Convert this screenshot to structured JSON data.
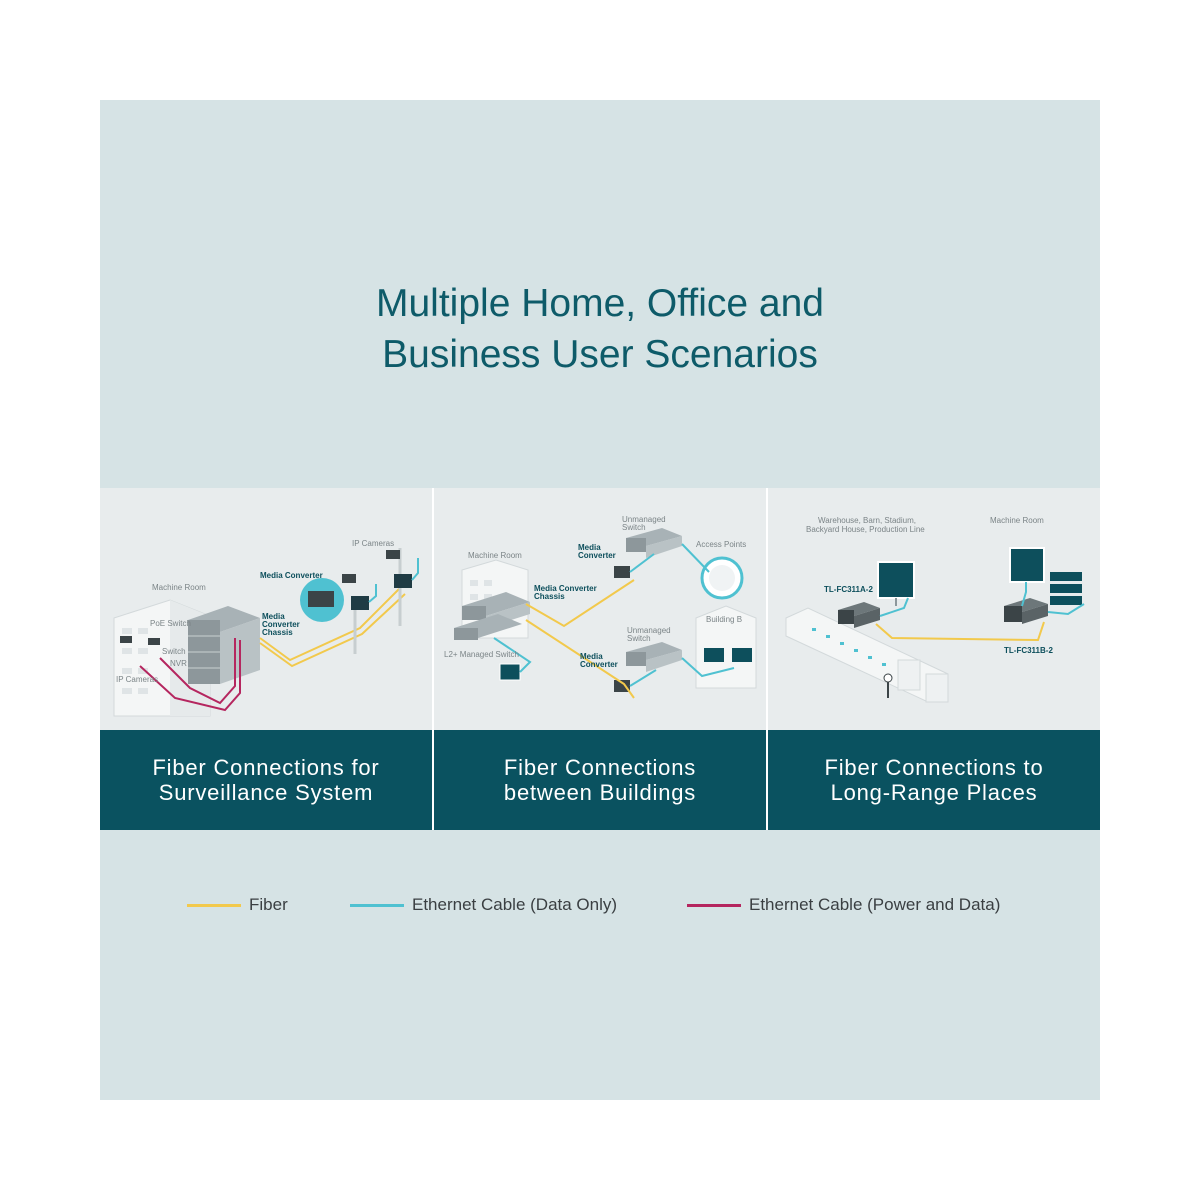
{
  "headline": {
    "line1": "Multiple Home, Office and",
    "line2": "Business User Scenarios"
  },
  "scenarios": [
    {
      "caption_line1": "Fiber Connections for",
      "caption_line2": "Surveillance System",
      "labels": {
        "machine_room": "Machine Room",
        "poe_switch": "PoE Switch",
        "switch": "Switch",
        "nvr": "NVR",
        "ip_cameras_left": "IP Cameras",
        "media_converter": "Media Converter",
        "media_converter_chassis_1": "Media",
        "media_converter_chassis_2": "Converter",
        "media_converter_chassis_3": "Chassis",
        "ip_cameras_right": "IP Cameras"
      }
    },
    {
      "caption_line1": "Fiber Connections",
      "caption_line2": "between Buildings",
      "labels": {
        "machine_room": "Machine Room",
        "unmanaged_switch_top_1": "Unmanaged",
        "unmanaged_switch_top_2": "Switch",
        "media_converter_top_1": "Media",
        "media_converter_top_2": "Converter",
        "access_points": "Access Points",
        "chassis_1": "Media Converter",
        "chassis_2": "Chassis",
        "building_b": "Building B",
        "l2_switch": "L2+ Managed Switch",
        "unmanaged_switch_bottom_1": "Unmanaged",
        "unmanaged_switch_bottom_2": "Switch",
        "media_converter_bottom_1": "Media",
        "media_converter_bottom_2": "Converter"
      }
    },
    {
      "caption_line1": "Fiber Connections to",
      "caption_line2": "Long-Range Places",
      "labels": {
        "warehouse_1": "Warehouse, Barn, Stadium,",
        "warehouse_2": "Backyard House, Production Line",
        "machine_room": "Machine Room",
        "model_a": "TL-FC311A-2",
        "model_b": "TL-FC311B-2"
      }
    }
  ],
  "legend": [
    {
      "label": "Fiber",
      "color": "#f2c94c"
    },
    {
      "label": "Ethernet Cable (Data Only)",
      "color": "#4fc1d1"
    },
    {
      "label": "Ethernet Cable (Power and Data)",
      "color": "#b5265f"
    }
  ],
  "colors": {
    "background": "#d6e3e5",
    "headline": "#0e5b69",
    "caption_band": "#0a5260",
    "illustration_bg": "#e8eced"
  }
}
